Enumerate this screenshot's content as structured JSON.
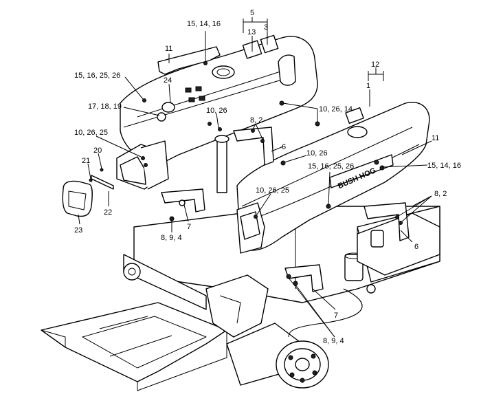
{
  "callouts": {
    "c1": "1",
    "c2": "15, 14, 16",
    "c3": "5",
    "c4": "13",
    "c5": "3",
    "c6": "12",
    "c7": "11",
    "c8": "15, 16, 25, 26",
    "c9": "24",
    "c10": "10, 26",
    "c11": "10, 26, 14",
    "c12": "17, 18, 19",
    "c13": "8, 2",
    "c14": "11",
    "c15": "10, 26, 25",
    "c16": "6",
    "c17": "10, 26",
    "c18": "15, 14, 16",
    "c19": "20",
    "c20": "21",
    "c21": "15, 16, 25, 26",
    "c22": "22",
    "c23": "10, 26, 25",
    "c24": "8, 2",
    "c25": "23",
    "c26": "7",
    "c27": "6",
    "c28": "8, 9, 4",
    "c29": "7",
    "c30": "8, 9, 4"
  },
  "hood_badge": "BUSH HOG"
}
